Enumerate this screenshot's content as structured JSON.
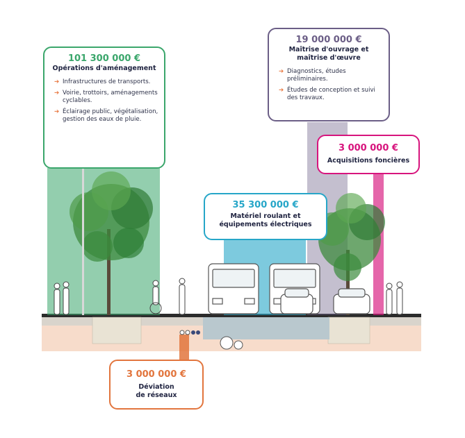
{
  "colors": {
    "green": "#3aa66b",
    "violet": "#6b5e86",
    "magenta": "#d7147d",
    "cyan": "#26a6c8",
    "orange": "#e2753d",
    "navy": "#1f2340"
  },
  "amenagement": {
    "amount": "101 300 000 €",
    "title": "Opérations d'aménagement",
    "items": [
      "Infrastructures de transports.",
      "Voirie, trottoirs, aménagements cyclables.",
      "Éclairage public, végétalisation, gestion des eaux de pluie."
    ]
  },
  "maitrise": {
    "amount": "19 000 000 €",
    "title": "Maîtrise d'ouvrage et maîtrise d'œuvre",
    "items": [
      "Diagnostics, études préliminaires.",
      "Études de conception et suivi des travaux."
    ]
  },
  "acquisitions": {
    "amount": "3 000 000 €",
    "title": "Acquisitions foncières"
  },
  "materiel": {
    "amount": "35 300 000 €",
    "title": "Matériel roulant et équipements électriques"
  },
  "deviation": {
    "amount": "3 000 000 €",
    "title": "Déviation de réseaux"
  },
  "icons": {
    "list_bullet": "arrow-right-icon"
  }
}
